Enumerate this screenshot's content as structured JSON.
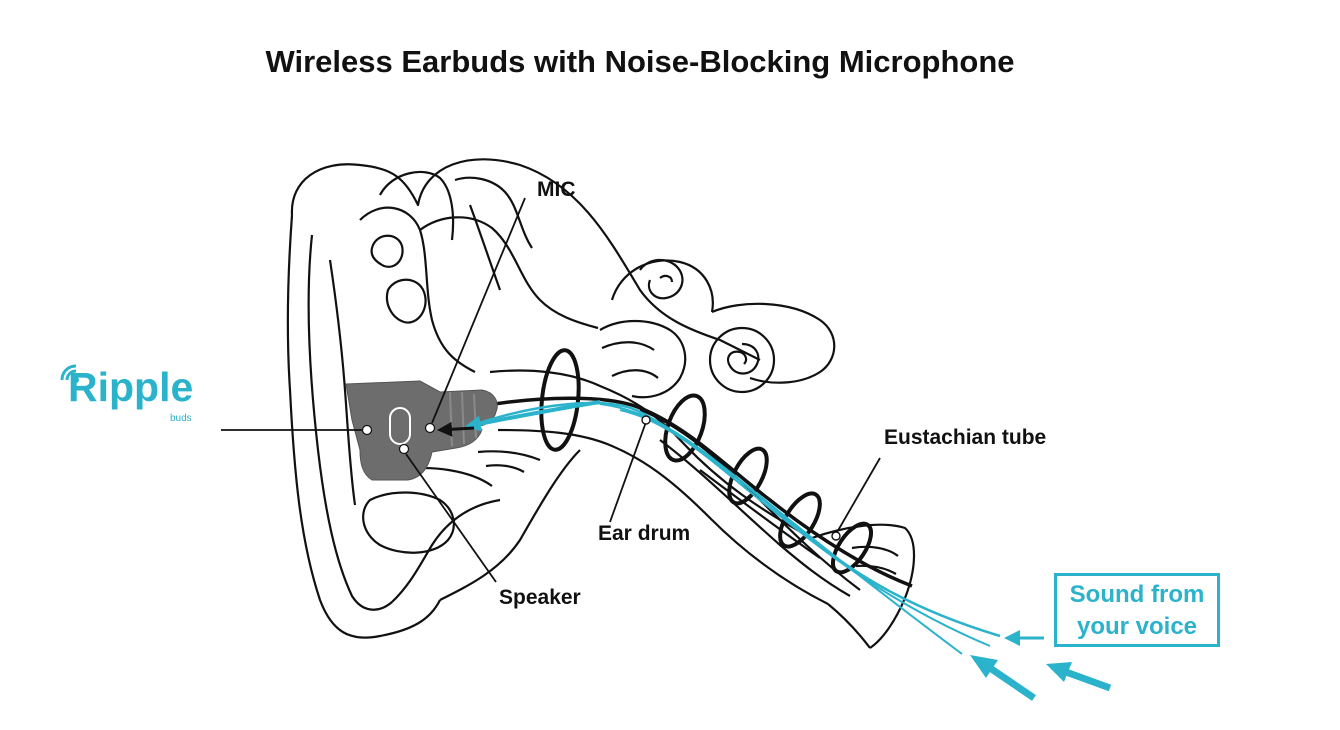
{
  "title": "Wireless Earbuds with Noise-Blocking Microphone",
  "logo": {
    "name": "Ripple",
    "sub": "buds"
  },
  "labels": {
    "mic": "MIC",
    "eustachian": "Eustachian tube",
    "eardrum": "Ear drum",
    "speaker": "Speaker"
  },
  "sound_box": {
    "line1": "Sound from",
    "line2": "your voice"
  },
  "colors": {
    "accent": "#2bb3cc",
    "earbud": "#6d6d6d",
    "ink": "#111111"
  },
  "icons": [
    "ripple-logo-icon",
    "ear-outline-icon",
    "earbud-icon",
    "arrow-icon"
  ]
}
